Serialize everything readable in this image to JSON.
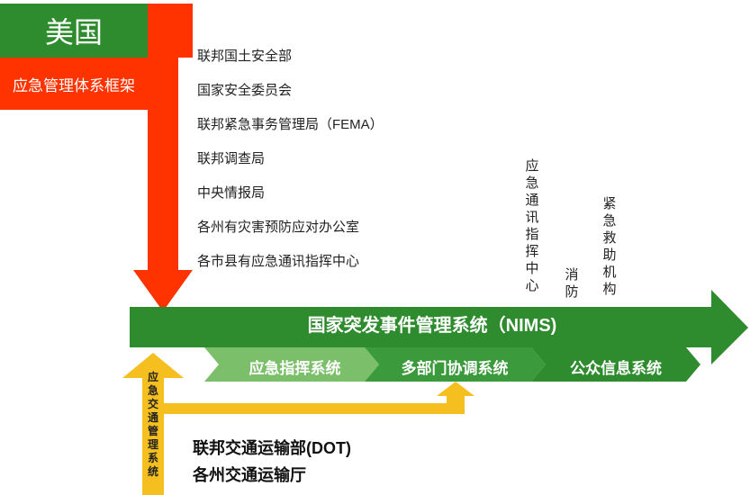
{
  "header": {
    "country": "美国",
    "framework": "应急管理体系框架"
  },
  "agencies": [
    "联邦国土安全部",
    "国家安全委员会",
    "联邦紧急事务管理局（FEMA）",
    "联邦调查局",
    "中央情报局",
    "各州有灾害预防应对办公室",
    "各市县有应急通讯指挥中心"
  ],
  "vertical_labels": {
    "comm_center": "应急通讯指挥中心",
    "fire": "消防",
    "rescue": "紧急救助机构"
  },
  "nims": {
    "label": "国家突发事件管理系统（NIMS)"
  },
  "subsystems": [
    "应急指挥系统",
    "多部门协调系统",
    "公众信息系统"
  ],
  "transport": {
    "system_label": "应急交通管理系统",
    "agencies": [
      "联邦交通运输部(DOT)",
      "各州交通运输厅"
    ]
  },
  "colors": {
    "green_dark": "#2e8b2e",
    "green_mid": "#3b9a3b",
    "green_light": "#7bbf6a",
    "red": "#ff3300",
    "orange": "#f5bf1f"
  }
}
